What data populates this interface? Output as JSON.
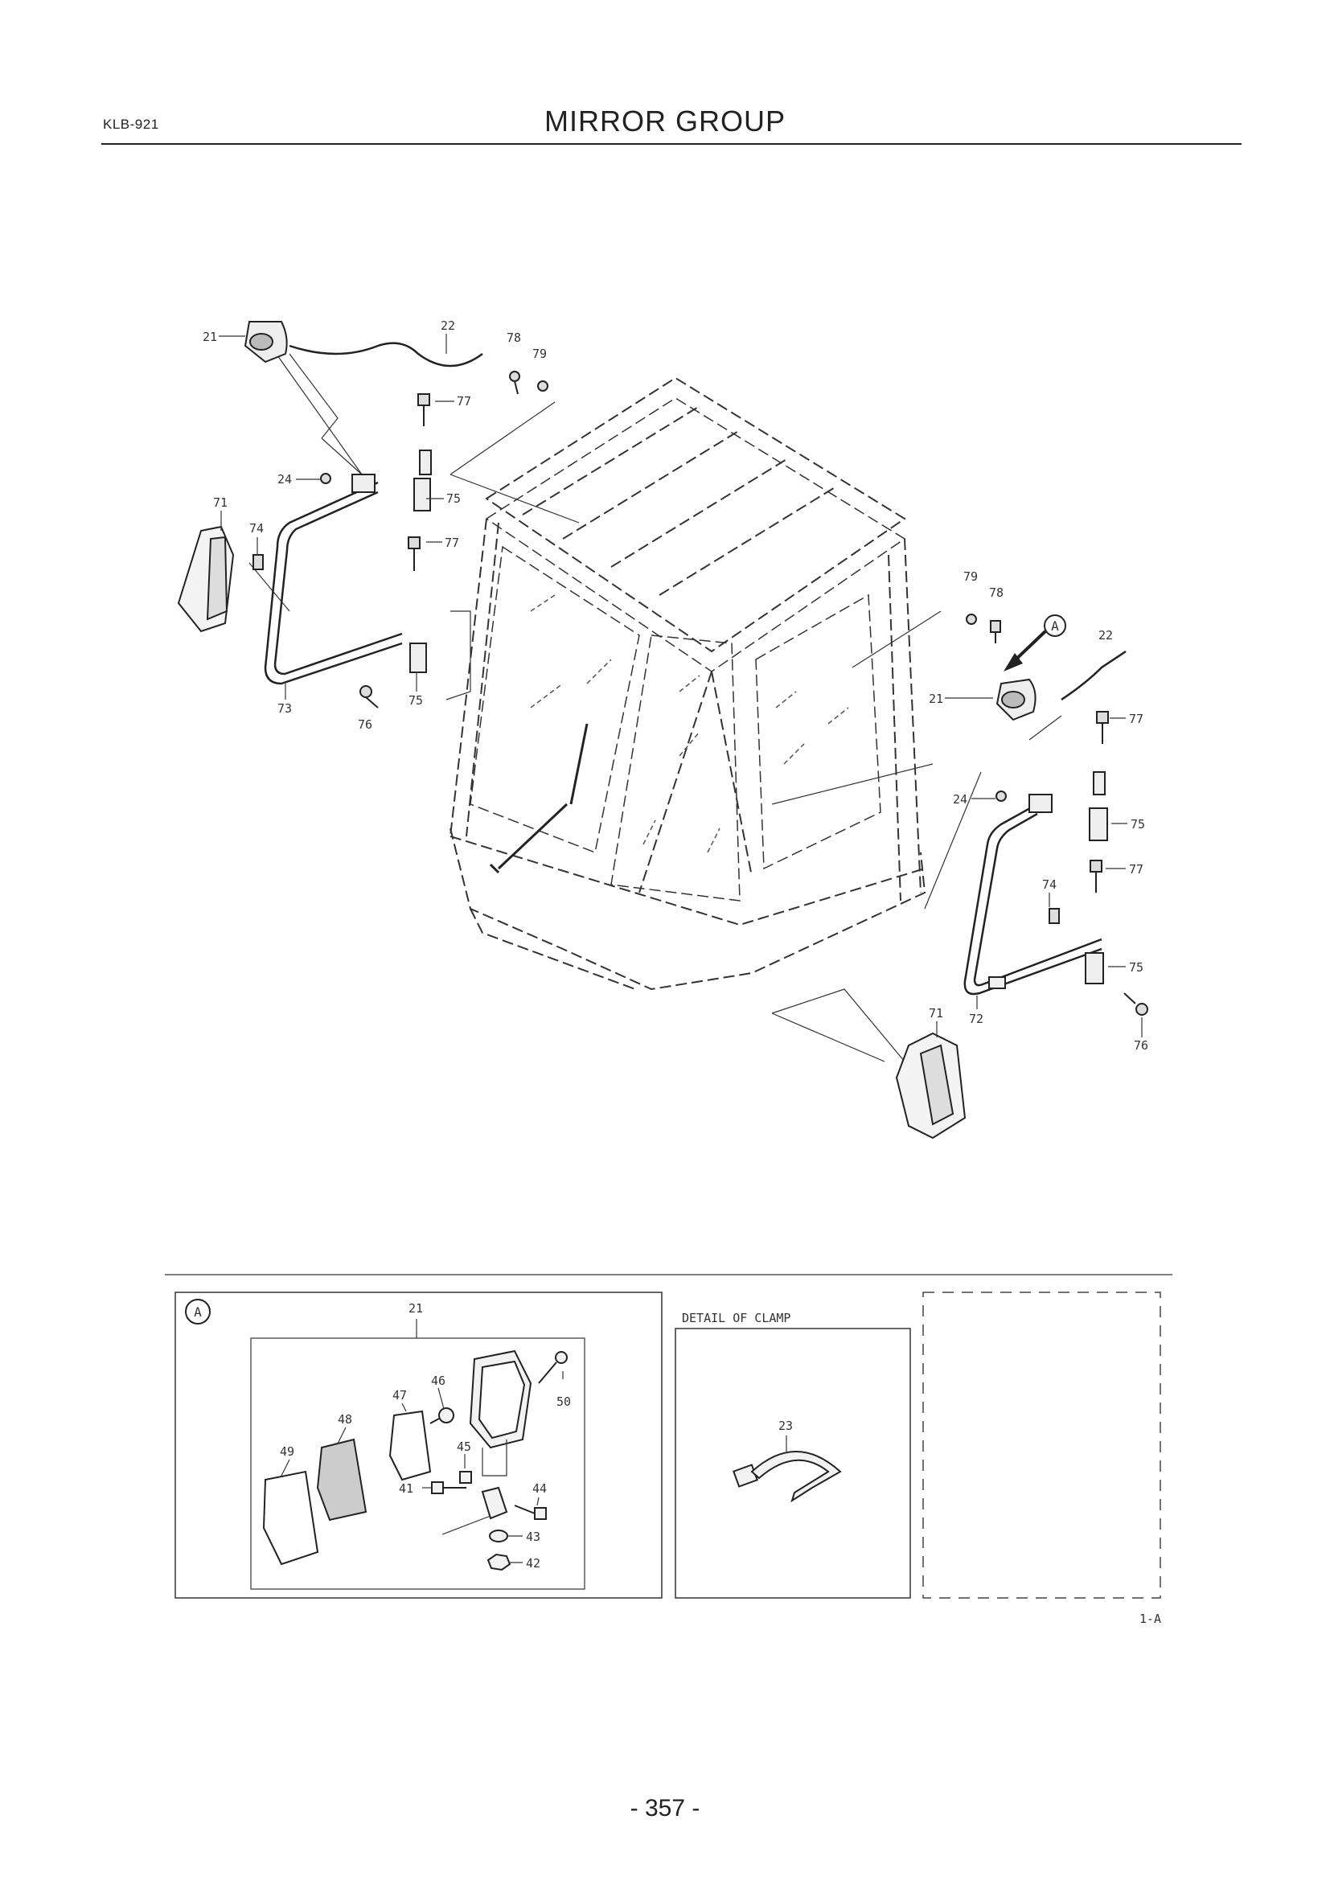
{
  "header": {
    "doc_code": "KLB-921",
    "title": "MIRROR GROUP"
  },
  "main_diagram": {
    "labels": {
      "l21a": "21",
      "l22a": "22",
      "l78a": "78",
      "l79a": "79",
      "l77a": "77",
      "l24a": "24",
      "l75a": "75",
      "l71a": "71",
      "l74a": "74",
      "l77b": "77",
      "l73": "73",
      "l75b": "75",
      "l76a": "76",
      "l79b": "79",
      "l78b": "78",
      "l22b": "22",
      "l21b": "21",
      "l77c": "77",
      "l24b": "24",
      "l75c": "75",
      "l77d": "77",
      "l74b": "74",
      "l75d": "75",
      "l72": "72",
      "l71b": "71",
      "l76b": "76"
    },
    "callout_a": "A"
  },
  "detail_a": {
    "marker": "A",
    "labels": {
      "l21": "21",
      "l46": "46",
      "l47": "47",
      "l48": "48",
      "l49": "49",
      "l50": "50",
      "l45": "45",
      "l41": "41",
      "l44": "44",
      "l43": "43",
      "l42": "42"
    }
  },
  "detail_clamp": {
    "title": "DETAIL OF CLAMP",
    "label": "23"
  },
  "sheet_ref": "1-A",
  "footer": {
    "page_number": "- 357 -"
  }
}
